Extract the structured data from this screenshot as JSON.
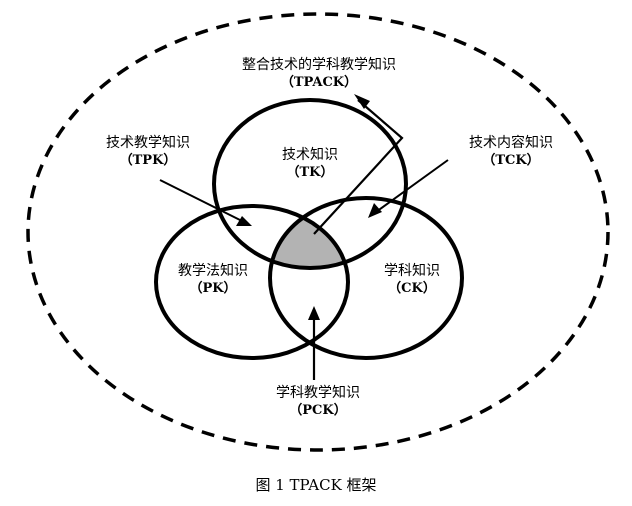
{
  "labels": {
    "tpack": {
      "name": "整合技术的学科教学知识",
      "abbr": "（TPACK）"
    },
    "tk": {
      "name": "技术知识",
      "abbr": "（TK）"
    },
    "tpk": {
      "name": "技术教学知识",
      "abbr": "（TPK）"
    },
    "tck": {
      "name": "技术内容知识",
      "abbr": "（TCK）"
    },
    "pk": {
      "name": "教学法知识",
      "abbr": "（PK）"
    },
    "ck": {
      "name": "学科知识",
      "abbr": "（CK）"
    },
    "pck": {
      "name": "学科教学知识",
      "abbr": "（PCK）"
    }
  },
  "caption": "图 1   TPACK 框架",
  "colors": {
    "center_fill": "#b3b3b3",
    "stroke": "#000000"
  }
}
